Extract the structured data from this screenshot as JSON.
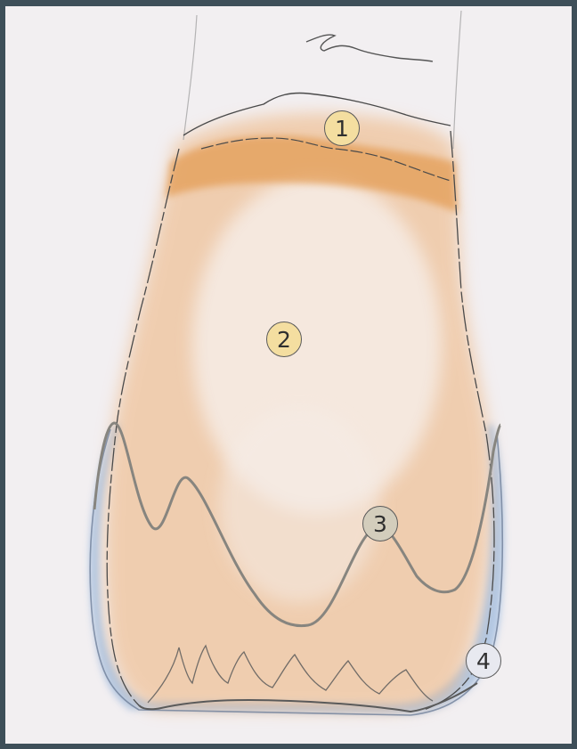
{
  "colors": {
    "background": "#3e4f59",
    "paper": "#f2eff1",
    "pencil_line": "#4a4a4a",
    "orange_shading": "#eaa560",
    "blue_shading": "#8fb0d8",
    "gray_line": "#8a8a88"
  },
  "markers": [
    {
      "label": "1",
      "color": "#f4dea0"
    },
    {
      "label": "2",
      "color": "#f4dea0"
    },
    {
      "label": "3",
      "color": "#d3cdbc"
    },
    {
      "label": "4",
      "color": "#e8e9f0"
    }
  ]
}
